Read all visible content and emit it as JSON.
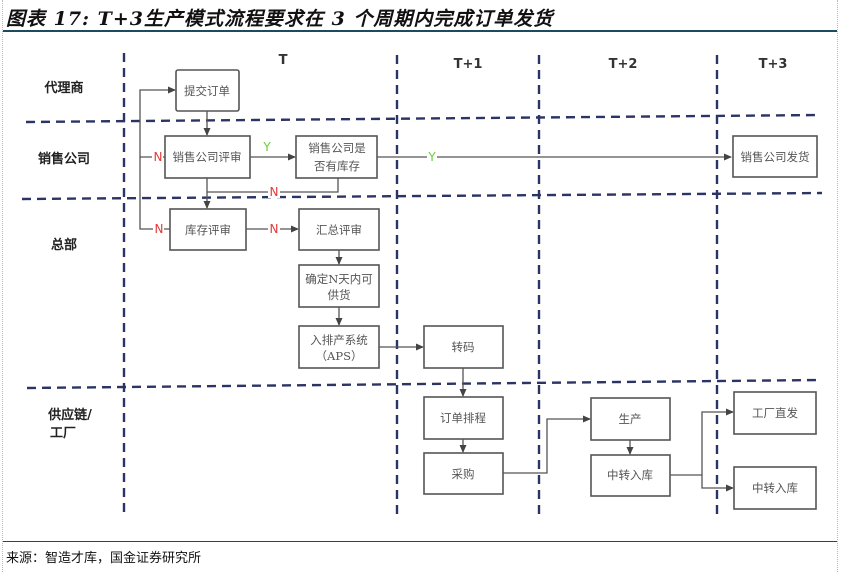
{
  "title": "图表 17: T+3生产模式流程要求在 3 个周期内完成订单发货",
  "source": "来源：智造才库，国金证券研究所",
  "periods": [
    "T",
    "T+1",
    "T+2",
    "T+3"
  ],
  "lanes": [
    "代理商",
    "销售公司",
    "总部",
    "供应链/",
    "工厂"
  ],
  "boxes": {
    "submit_order": [
      "提交订单"
    ],
    "sales_review": [
      "销售公司评审"
    ],
    "sales_stock_check": [
      "销售公司是",
      "否有库存"
    ],
    "sales_ship": [
      "销售公司发货"
    ],
    "inventory_review": [
      "库存评审"
    ],
    "summary_review": [
      "汇总评审"
    ],
    "confirm_supply": [
      "确定N天内可",
      "供货"
    ],
    "aps": [
      "入排产系统",
      "（APS）"
    ],
    "transcode": [
      "转码"
    ],
    "order_schedule": [
      "订单排程"
    ],
    "procurement": [
      "采购"
    ],
    "production": [
      "生产"
    ],
    "transfer_in": [
      "中转入库"
    ],
    "factory_direct": [
      "工厂直发"
    ],
    "transfer_in_2": [
      "中转入库"
    ]
  },
  "edge_labels": {
    "yes": "Y",
    "no": "N"
  },
  "colors": {
    "lane_divider": "#2b3464",
    "no_label": "#e53935",
    "yes_label": "#6ccb3a",
    "rule": "#1d4a5e"
  }
}
